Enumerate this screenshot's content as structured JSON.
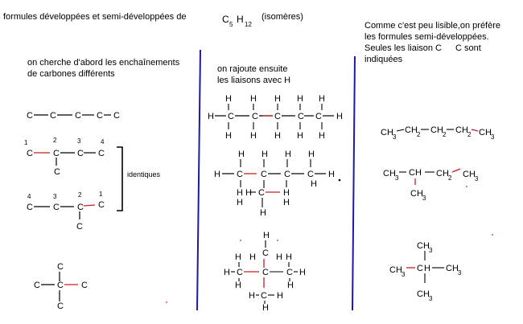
{
  "header": {
    "title": "formules   développées   et semi-développées  de",
    "formula": "C5H12",
    "formula_c": "C",
    "formula_c_sub": "5",
    "formula_h": "H",
    "formula_h_sub": "12",
    "isomers": "(isomères)"
  },
  "column1": {
    "heading_line1": "on cherche d'abord les enchaînements",
    "heading_line2": "de carbones  différents",
    "identical_label": "identiques",
    "numbers": [
      "1",
      "2",
      "3",
      "4"
    ]
  },
  "column2": {
    "heading_line1": "on rajoute ensuite",
    "heading_line2": "les liaisons avec H"
  },
  "column3": {
    "heading_line1": "Comme c'est peu lisible,on préfère",
    "heading_line2": "les formules semi-développées.",
    "heading_line3": "Seules les liaison C",
    "heading_line3b": "C  sont",
    "heading_line4": "indiquées"
  },
  "atoms": {
    "carbon": "C",
    "hydrogen": "H",
    "ch3": "CH",
    "ch2": "CH",
    "ch": "CH",
    "sub3": "3",
    "sub2": "2"
  },
  "colors": {
    "divider": "#1a1aa8",
    "bond": "#c81e1e",
    "text": "#000000"
  }
}
